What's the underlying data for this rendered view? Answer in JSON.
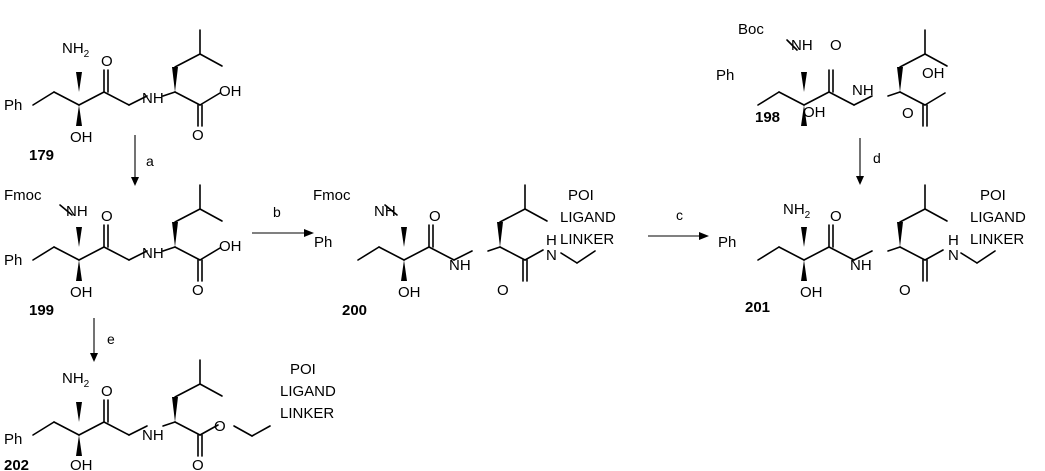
{
  "atoms": {
    "ph": "Ph",
    "nh2_base": "NH",
    "nh2_sub": "2",
    "oh": "OH",
    "o": "O",
    "nh": "NH",
    "h": "H",
    "n": "N",
    "fmoc": "Fmoc",
    "boc": "Boc"
  },
  "ligand": {
    "line1": "POI",
    "line2": "LIGAND",
    "line3": "LINKER"
  },
  "compounds": {
    "c179": "179",
    "c199": "199",
    "c200": "200",
    "c201": "201",
    "c198": "198",
    "c202": "202"
  },
  "reagents": {
    "a": "a",
    "b": "b",
    "c": "c",
    "d": "d",
    "e": "e"
  }
}
